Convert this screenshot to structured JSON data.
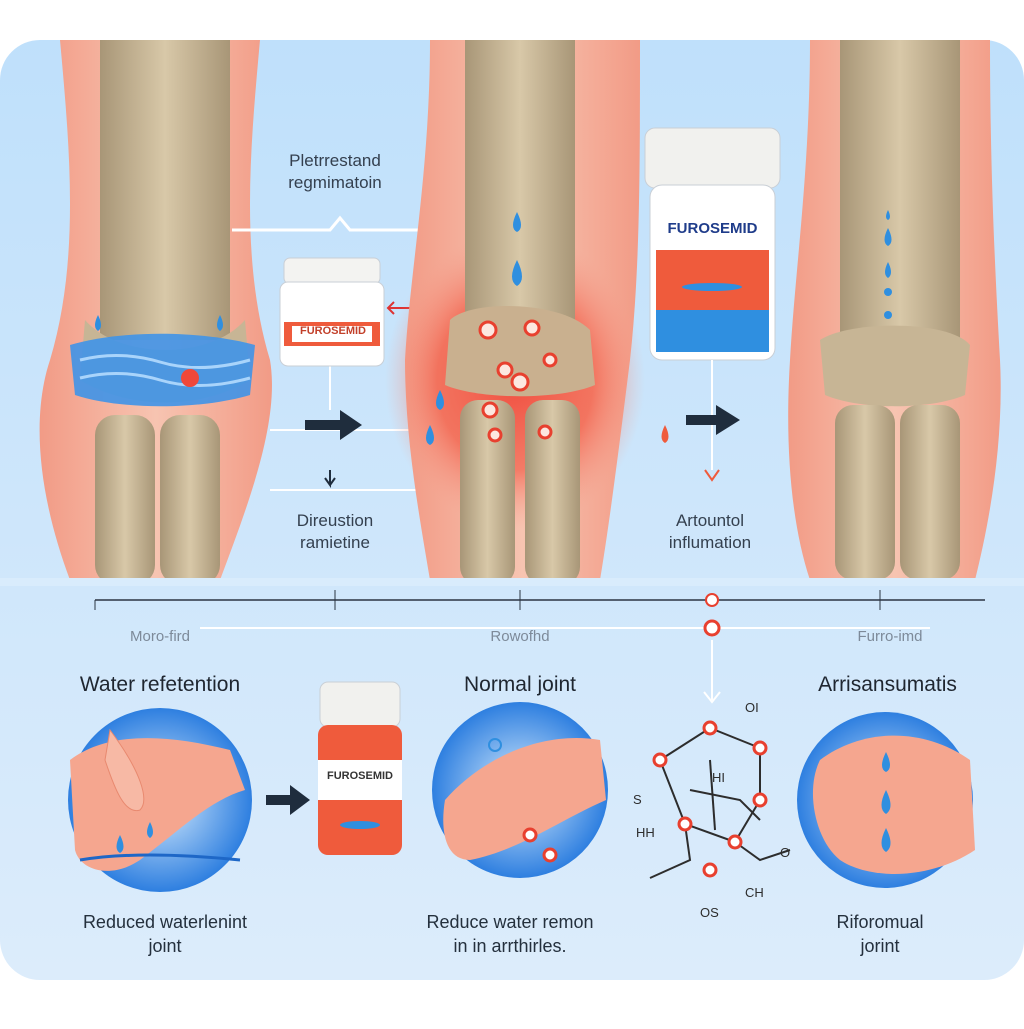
{
  "panels_top": {
    "left_caption_top": [
      "Pletrrestand",
      "regmimatoin"
    ],
    "mid_caption": [
      "Direustion",
      "ramietine"
    ],
    "right_caption": [
      "Artountol",
      "influmation"
    ]
  },
  "timeline": {
    "labels": [
      "Moro-fird",
      "Rowofhd",
      "Furro-imd"
    ]
  },
  "jars": {
    "small_jar_label": "FUROSEMID",
    "big_jar_label": "FUROSEMID",
    "bottom_jar_label": "FUROSEMID"
  },
  "bottom_panels": {
    "headings": [
      "Water refetention",
      "Normal joint",
      "Arrisansumatis"
    ],
    "captions": [
      [
        "Reduced waterlenint",
        "joint"
      ],
      [
        "Reduce water remon",
        "in in arrthirles."
      ],
      [
        "Riforomual",
        "jorint"
      ]
    ]
  },
  "chemical": {
    "labels": [
      "OI",
      "HI",
      "S",
      "HH",
      "O",
      "CH",
      "OS"
    ]
  },
  "colors": {
    "background_blue": "#cfe6fb",
    "skin": "#f4b8a3",
    "bone": "#c7b595",
    "inflammation": "#f0483a",
    "fluid_blue": "#2f8fe0",
    "jar_orange": "#ef5b3c"
  }
}
